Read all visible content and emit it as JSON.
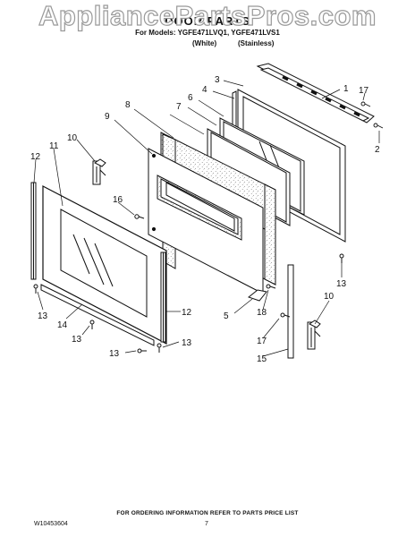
{
  "watermark": "AppliancePartsPros.com",
  "header": {
    "title": "DOOR PARTS",
    "models_line": "For Models: YGFE471LVQ1, YGFE471LVS1",
    "variant_white": "(White)",
    "variant_stainless": "(Stainless)"
  },
  "callouts": [
    "1",
    "2",
    "3",
    "4",
    "5",
    "6",
    "7",
    "8",
    "9",
    "10",
    "10",
    "11",
    "12",
    "12",
    "13",
    "13",
    "13",
    "13",
    "13",
    "14",
    "15",
    "16",
    "17",
    "17",
    "18"
  ],
  "footer": {
    "ordering_note": "FOR ORDERING INFORMATION REFER TO PARTS PRICE LIST",
    "doc_number": "W10453604",
    "page_number": "7"
  }
}
